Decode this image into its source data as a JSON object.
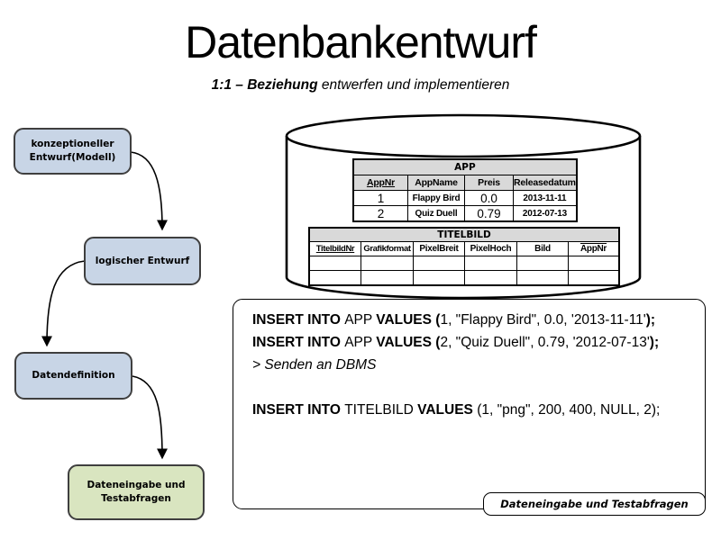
{
  "slide": {
    "title": "Datenbankentwurf",
    "subtitle": {
      "emphasis": "1:1 – Beziehung",
      "rest": " entwerfen und implementieren"
    }
  },
  "colors": {
    "node_blue": "#c8d5e6",
    "node_green": "#d9e5c0",
    "node_border": "#3f3f3f",
    "table_header_bg": "#d9d9d9",
    "line": "#000000"
  },
  "flowchart": {
    "nodes": [
      {
        "label": "konzeptioneller Entwurf(Modell)"
      },
      {
        "label": "logischer Entwurf"
      },
      {
        "label": "Datendefinition"
      },
      {
        "label": "Dateneingabe und Testabfragen"
      }
    ]
  },
  "database": {
    "app": {
      "title": "APP",
      "columns": [
        "AppNr",
        "AppName",
        "Preis",
        "Releasedatum"
      ],
      "rows": [
        [
          "1",
          "Flappy Bird",
          "0.0",
          "2013-11-11"
        ],
        [
          "2",
          "Quiz Duell",
          "0.79",
          "2012-07-13"
        ]
      ]
    },
    "titelbild": {
      "title": "TITELBILD",
      "columns": [
        "TitelbildNr",
        "Grafikformat",
        "PixelBreit",
        "PixelHoch",
        "Bild",
        "AppNr"
      ],
      "rows": [
        [
          "",
          "",
          "",
          "",
          "",
          ""
        ],
        [
          "",
          "",
          "",
          "",
          "",
          ""
        ]
      ]
    }
  },
  "sql": {
    "line1": {
      "k1": "INSERT INTO ",
      "t1": "APP ",
      "k2": "VALUES (",
      "v": "1, \"Flappy Bird\", 0.0, '2013-11-11'",
      "k3": ");"
    },
    "line2": {
      "k1": "INSERT INTO ",
      "t1": "APP ",
      "k2": "VALUES (",
      "v": "2, \"Quiz Duell\", 0.79, '2012-07-13'",
      "k3": ");"
    },
    "note": "> Senden an DBMS",
    "line4": {
      "k1": "INSERT INTO ",
      "t1": "TITELBILD ",
      "k2": "VALUES ",
      "v": "(1, \"png\", 200, 400, NULL, 2);"
    }
  },
  "footer": {
    "label": "Dateneingabe und Testabfragen"
  }
}
